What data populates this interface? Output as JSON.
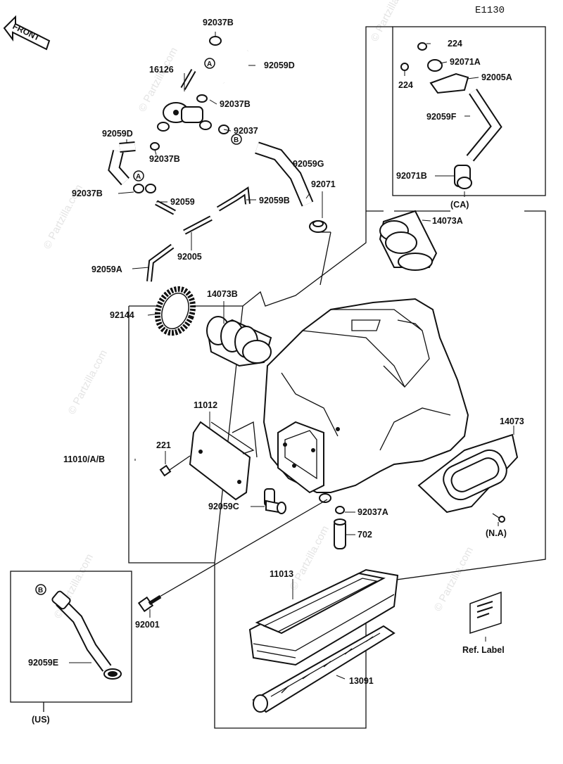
{
  "diagram_code": "E1130",
  "front_label": "FRONT",
  "watermark": "© Partzilla.com",
  "ref_label": "Ref. Label",
  "callouts": {
    "a": "A",
    "b": "B"
  },
  "parts": {
    "p92037B_top": "92037B",
    "p92059D_top": "92059D",
    "p16126": "16126",
    "p92037B_mid": "92037B",
    "p92037": "92037",
    "p92059D_left": "92059D",
    "p92037B_left": "92037B",
    "p92059G": "92059G",
    "p92037B_low": "92037B",
    "p92059": "92059",
    "p92059B": "92059B",
    "p92071": "92071",
    "p92005": "92005",
    "p92059A": "92059A",
    "p14073A": "14073A",
    "p92144": "92144",
    "p14073B": "14073B",
    "p224_a": "224",
    "p92071A": "92071A",
    "p224_b": "224",
    "p92005A": "92005A",
    "p92059F": "92059F",
    "p92071B": "92071B",
    "pCA": "(CA)",
    "p11012": "11012",
    "p221": "221",
    "p11010": "11010/A/B",
    "p14073": "14073",
    "p92059C": "92059C",
    "p92037A": "92037A",
    "p702": "702",
    "pNA": "(N.A)",
    "p11013": "11013",
    "p92001": "92001",
    "p92059E": "92059E",
    "p13091": "13091",
    "pUS": "(US)"
  }
}
